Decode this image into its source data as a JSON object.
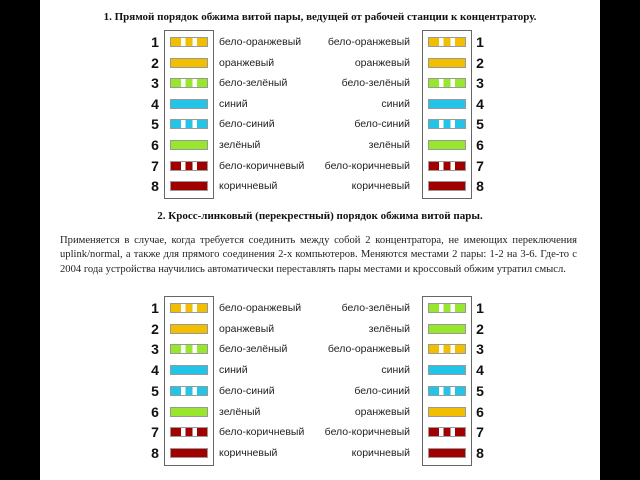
{
  "heading1": "1. Прямой порядок обжима витой пары, ведущей от рабочей станции к концентратору.",
  "heading2": "2. Кросс-линковый (перекрестный) порядок обжима витой пары.",
  "paragraph": "Применяется в случае, когда требуется соединить между собой 2 концентратора, не имеющих переключения uplink/normal, а также для прямого соединения 2-х компьютеров. Меняются местами 2 пары: 1-2 на 3-6. Где-то с 2004 года устройства научились автоматически переставлять пары местами и кроссовый обжим утратил смысл.",
  "colors": {
    "orange": "#F2BE00",
    "green": "#99E62E",
    "blue": "#22C4E8",
    "brown": "#A00000"
  },
  "table1": {
    "left": [
      {
        "num": "1",
        "label": "бело-оранжевый",
        "color": "orange",
        "striped": true
      },
      {
        "num": "2",
        "label": "оранжевый",
        "color": "orange",
        "striped": false
      },
      {
        "num": "3",
        "label": "бело-зелёный",
        "color": "green",
        "striped": true
      },
      {
        "num": "4",
        "label": "синий",
        "color": "blue",
        "striped": false
      },
      {
        "num": "5",
        "label": "бело-синий",
        "color": "blue",
        "striped": true
      },
      {
        "num": "6",
        "label": "зелёный",
        "color": "green",
        "striped": false
      },
      {
        "num": "7",
        "label": "бело-коричневый",
        "color": "brown",
        "striped": true
      },
      {
        "num": "8",
        "label": "коричневый",
        "color": "brown",
        "striped": false
      }
    ],
    "right": [
      {
        "num": "1",
        "label": "бело-оранжевый",
        "color": "orange",
        "striped": true
      },
      {
        "num": "2",
        "label": "оранжевый",
        "color": "orange",
        "striped": false
      },
      {
        "num": "3",
        "label": "бело-зелёный",
        "color": "green",
        "striped": true
      },
      {
        "num": "4",
        "label": "синий",
        "color": "blue",
        "striped": false
      },
      {
        "num": "5",
        "label": "бело-синий",
        "color": "blue",
        "striped": true
      },
      {
        "num": "6",
        "label": "зелёный",
        "color": "green",
        "striped": false
      },
      {
        "num": "7",
        "label": "бело-коричневый",
        "color": "brown",
        "striped": true
      },
      {
        "num": "8",
        "label": "коричневый",
        "color": "brown",
        "striped": false
      }
    ]
  },
  "table2": {
    "left": [
      {
        "num": "1",
        "label": "бело-оранжевый",
        "color": "orange",
        "striped": true
      },
      {
        "num": "2",
        "label": "оранжевый",
        "color": "orange",
        "striped": false
      },
      {
        "num": "3",
        "label": "бело-зелёный",
        "color": "green",
        "striped": true
      },
      {
        "num": "4",
        "label": "синий",
        "color": "blue",
        "striped": false
      },
      {
        "num": "5",
        "label": "бело-синий",
        "color": "blue",
        "striped": true
      },
      {
        "num": "6",
        "label": "зелёный",
        "color": "green",
        "striped": false
      },
      {
        "num": "7",
        "label": "бело-коричневый",
        "color": "brown",
        "striped": true
      },
      {
        "num": "8",
        "label": "коричневый",
        "color": "brown",
        "striped": false
      }
    ],
    "right": [
      {
        "num": "1",
        "label": "бело-зелёный",
        "color": "green",
        "striped": true
      },
      {
        "num": "2",
        "label": "зелёный",
        "color": "green",
        "striped": false
      },
      {
        "num": "3",
        "label": "бело-оранжевый",
        "color": "orange",
        "striped": true
      },
      {
        "num": "4",
        "label": "синий",
        "color": "blue",
        "striped": false
      },
      {
        "num": "5",
        "label": "бело-синий",
        "color": "blue",
        "striped": true
      },
      {
        "num": "6",
        "label": "оранжевый",
        "color": "orange",
        "striped": false
      },
      {
        "num": "7",
        "label": "бело-коричневый",
        "color": "brown",
        "striped": true
      },
      {
        "num": "8",
        "label": "коричневый",
        "color": "brown",
        "striped": false
      }
    ]
  }
}
